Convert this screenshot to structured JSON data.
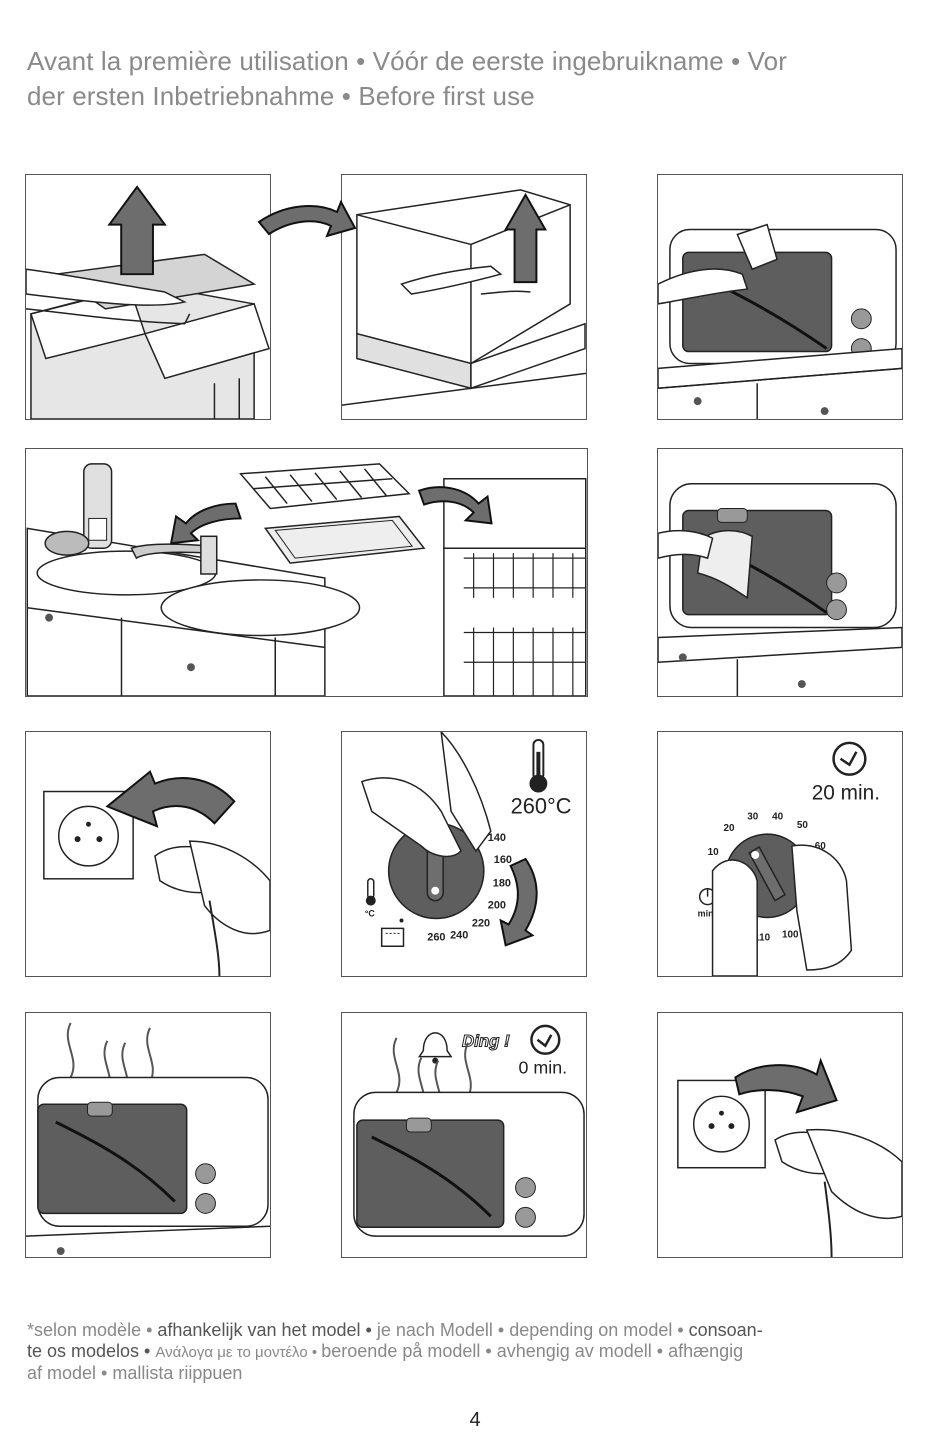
{
  "title": {
    "line1": "Avant la première utilisation •  Vóór de eerste ingebruikname •  Vor",
    "line2": "der ersten Inbetriebnahme •  Before first use"
  },
  "panels": {
    "temp": {
      "value": "260°C",
      "unit": "°C",
      "scale": [
        "140",
        "160",
        "180",
        "200",
        "220",
        "240",
        "260"
      ]
    },
    "timer": {
      "value": "20 min.",
      "unit": "min.",
      "scale": [
        "10",
        "20",
        "30",
        "40",
        "50",
        "60",
        "110",
        "100"
      ]
    },
    "ding": {
      "label": "Ding !",
      "value": "0 min."
    }
  },
  "footnote": {
    "p1": "*selon modèle • ",
    "p2": " afhankelijk van het model • ",
    "p3": " je nach Modell • ",
    "p4": " depending on model • ",
    "p5": " consoan-",
    "p6": "te os modelos • ",
    "p7": " Ανάλογα με το μοντέλο • ",
    "p8": " beroende på modell • ",
    "p9": " avhengig av modell • ",
    "p10": " afhængig",
    "p11": "af model • ",
    "p12": " mallista riippuen"
  },
  "page_number": "4"
}
